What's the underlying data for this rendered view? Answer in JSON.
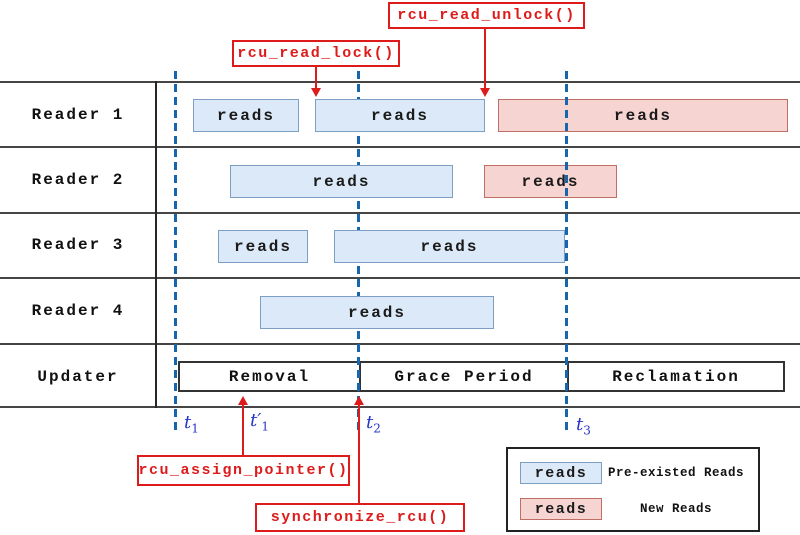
{
  "lanes": [
    {
      "label": "Reader 1",
      "boxes": [
        {
          "kind": "pre-existed-read",
          "label": "reads"
        },
        {
          "kind": "pre-existed-read",
          "label": "reads"
        },
        {
          "kind": "new-read",
          "label": "reads"
        }
      ]
    },
    {
      "label": "Reader 2",
      "boxes": [
        {
          "kind": "pre-existed-read",
          "label": "reads"
        },
        {
          "kind": "new-read",
          "label": "reads"
        }
      ]
    },
    {
      "label": "Reader 3",
      "boxes": [
        {
          "kind": "pre-existed-read",
          "label": "reads"
        },
        {
          "kind": "pre-existed-read",
          "label": "reads"
        }
      ]
    },
    {
      "label": "Reader 4",
      "boxes": [
        {
          "kind": "pre-existed-read",
          "label": "reads"
        }
      ]
    },
    {
      "label": "Updater",
      "boxes": [
        {
          "kind": "phase",
          "label": "Removal"
        },
        {
          "kind": "phase",
          "label": "Grace Period"
        },
        {
          "kind": "phase",
          "label": "Reclamation"
        }
      ]
    }
  ],
  "annotations": {
    "rcu_read_lock": "rcu_read_lock()",
    "rcu_read_unlock": "rcu_read_unlock()",
    "rcu_assign_pointer": "rcu_assign_pointer()",
    "synchronize_rcu": "synchronize_rcu()"
  },
  "time_markers": [
    {
      "main": "t",
      "sub": "1"
    },
    {
      "main": "t′",
      "sub": "1"
    },
    {
      "main": "t",
      "sub": "2"
    },
    {
      "main": "t",
      "sub": "3"
    }
  ],
  "legend": {
    "pre_swatch_label": "reads",
    "new_swatch_label": "reads",
    "pre_label": "Pre-existed Reads",
    "new_label": "New Reads"
  },
  "colors": {
    "pre_existed_fill": "#dce9f8",
    "pre_existed_border": "#7d9fc5",
    "new_fill": "#f5d4d2",
    "new_border": "#bf6e66",
    "timeline_dash_blue": "#1766ad",
    "annotation_red": "#dd1b1b",
    "time_label_blue": "#2535c8"
  }
}
